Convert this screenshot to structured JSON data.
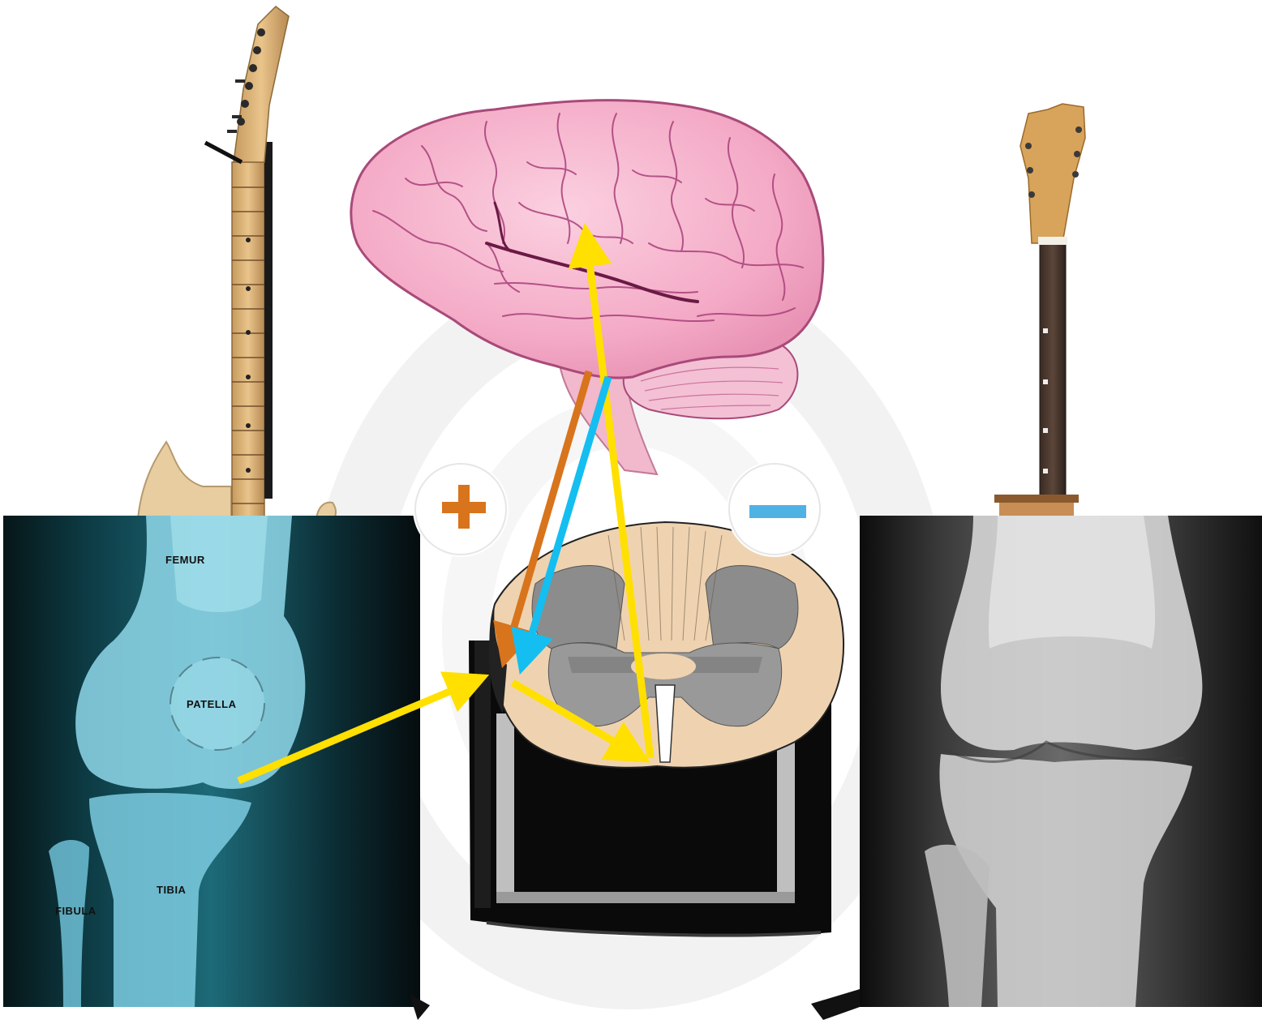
{
  "xray_left": {
    "labels": {
      "femur": "FEMUR",
      "patella": "PATELLA",
      "tibia": "TIBIA",
      "fibula": "FIBULA"
    }
  },
  "signs": {
    "plus": {
      "symbol": "plus",
      "color": "#d8741c"
    },
    "minus": {
      "symbol": "minus",
      "color": "#4eb3e3"
    }
  },
  "arrows": [
    {
      "name": "knee-to-spinal-cord",
      "color": "#ffe000"
    },
    {
      "name": "spinal-cord-ascending",
      "color": "#ffe000"
    },
    {
      "name": "brain-descending-orange",
      "color": "#d8741c"
    },
    {
      "name": "brain-descending-blue",
      "color": "#14bef0"
    },
    {
      "name": "dorsal-to-ventral-horn",
      "color": "#ffe000"
    }
  ],
  "colors": {
    "brain": "#f7b6cf",
    "brain_fold": "#a8407a",
    "cord_white_matter": "#efd3b0",
    "cord_grey_matter": "#8c8c8c",
    "xray_left_tint": "#88d6e8",
    "xray_right_tint": "#d8d8d8"
  }
}
